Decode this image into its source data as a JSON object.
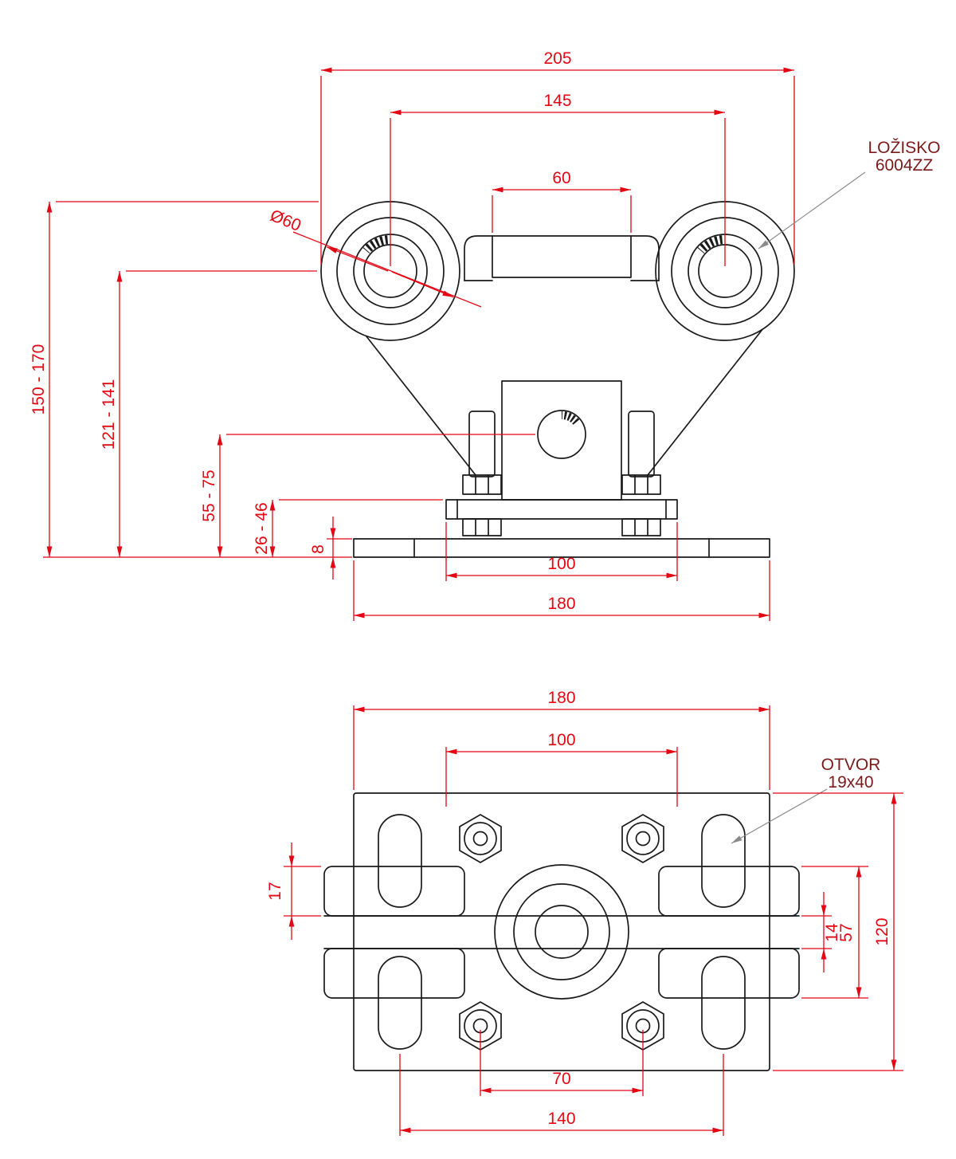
{
  "colors": {
    "dimension": "#e30613",
    "drawing": "#1a1a1a",
    "callout": "#7a1a1a"
  },
  "front_view": {
    "dim_width_overall": "205",
    "dim_width_centers": "145",
    "dim_width_slot": "60",
    "dim_wheel_diameter": "Ø60",
    "dim_height_total": "150 - 170",
    "dim_height_axle": "121 - 141",
    "dim_height_pin": "55 - 75",
    "dim_height_flange": "26 - 46",
    "dim_plate_thickness": "8",
    "dim_flange_width": "100",
    "dim_plate_width": "180",
    "callout_bearing_1": "LOŽISKO",
    "callout_bearing_2": "6004ZZ"
  },
  "plan_view": {
    "dim_plate_width": "180",
    "dim_flange_width": "100",
    "dim_bar_thickness": "17",
    "dim_band_width": "14",
    "dim_bars_span": "57",
    "dim_plate_depth": "120",
    "dim_bolt_spacing": "70",
    "dim_slot_spacing": "140",
    "callout_hole_1": "OTVOR",
    "callout_hole_2": "19x40"
  }
}
